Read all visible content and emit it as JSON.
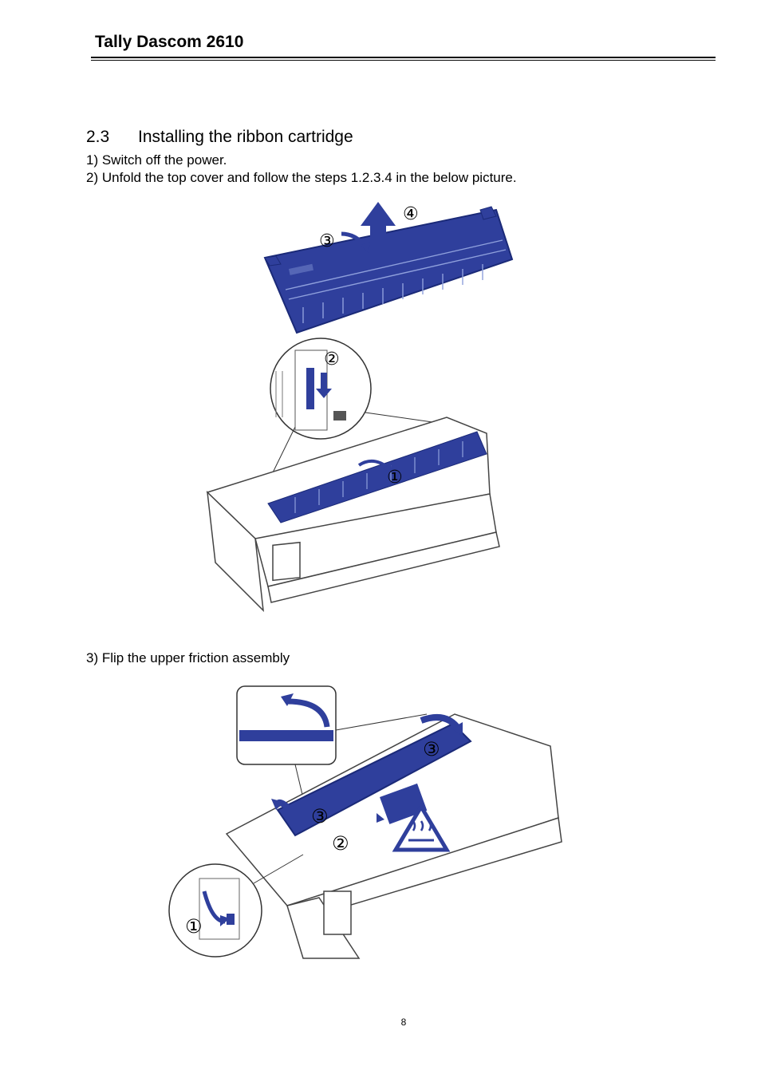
{
  "header": {
    "title": "Tally Dascom 2610"
  },
  "section": {
    "number": "2.3",
    "title": "Installing the ribbon cartridge"
  },
  "steps": {
    "step1": "1) Switch off the power.",
    "step2": "2) Unfold the top cover and follow the steps 1.2.3.4 in the below picture.",
    "step3": "3) Flip the upper friction assembly"
  },
  "figure1": {
    "callouts": [
      "①",
      "②",
      "③",
      "④"
    ]
  },
  "figure2": {
    "callouts": [
      "①",
      "②",
      "③",
      "③"
    ]
  },
  "colors": {
    "part_blue": "#2f3f9c",
    "outline": "#3a3a3a"
  },
  "footer": {
    "page_number": "8"
  }
}
